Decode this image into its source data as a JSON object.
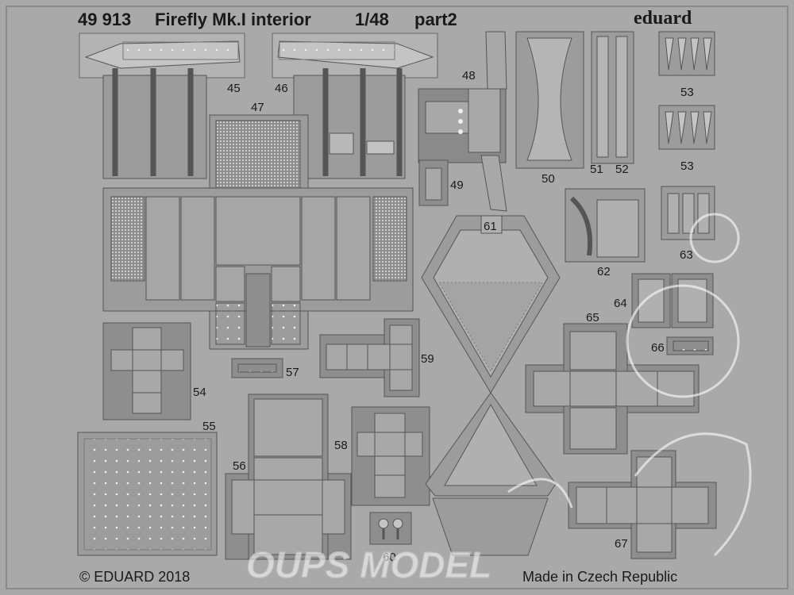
{
  "header": {
    "product_code": "49 913",
    "product_name": "Firefly Mk.I interior",
    "scale": "1/48",
    "part": "part2",
    "brand": "eduard"
  },
  "footer": {
    "copyright": "© EDUARD 2018",
    "origin": "Made in Czech Republic"
  },
  "watermark": {
    "text": "OUPS MODEL"
  },
  "colors": {
    "fret": "#a9a9a9",
    "part": "#9c9c9c",
    "edge": "#555555",
    "rivet": "#f2f2f2"
  },
  "parts": {
    "p45": "45",
    "p46": "46",
    "p47": "47",
    "p48": "48",
    "p49": "49",
    "p50": "50",
    "p51": "51",
    "p52": "52",
    "p53a": "53",
    "p53b": "53",
    "p54": "54",
    "p55": "55",
    "p56": "56",
    "p57": "57",
    "p58": "58",
    "p59": "59",
    "p60": "60",
    "p61": "61",
    "p62": "62",
    "p63": "63",
    "p64": "64",
    "p65": "65",
    "p66": "66",
    "p67": "67"
  }
}
